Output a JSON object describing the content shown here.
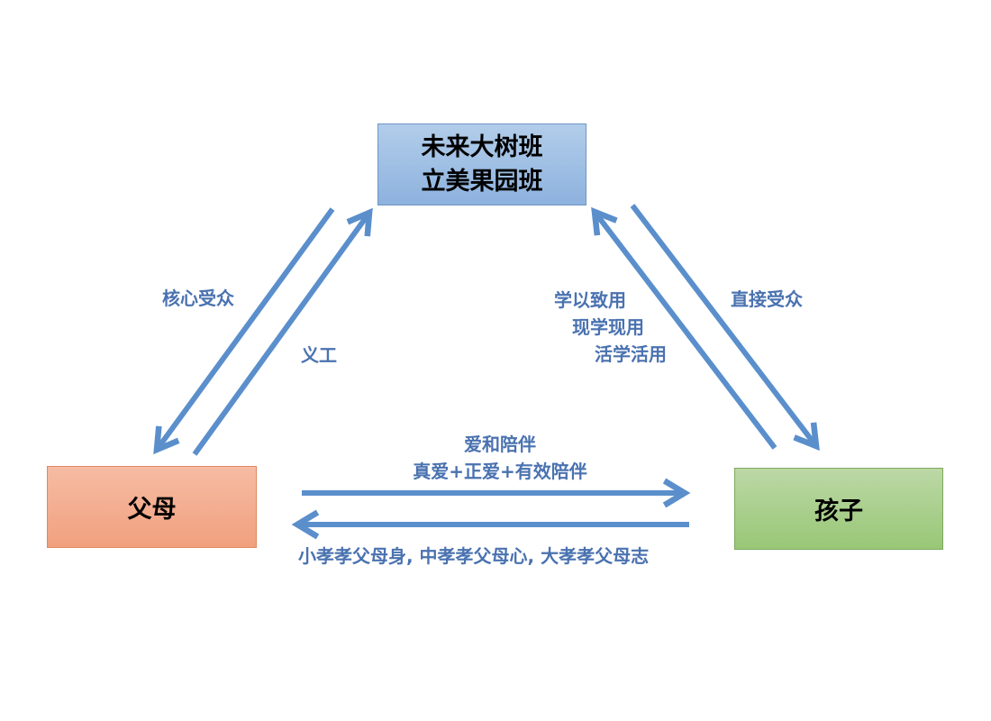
{
  "nodes": {
    "top": {
      "line1": "未来大树班",
      "line2": "立美果园班"
    },
    "left": {
      "label": "父母"
    },
    "right": {
      "label": "孩子"
    }
  },
  "edge_labels": {
    "core_audience": "核心受众",
    "volunteer": "义工",
    "apply": [
      "学以致用",
      "现学现用",
      "活学活用"
    ],
    "direct_audience": "直接受众",
    "love": [
      "爱和陪伴",
      "真爱+正爱+有效陪伴"
    ],
    "filial": "小孝孝父母身, 中孝孝父母心, 大孝孝父母志"
  },
  "colors": {
    "arrow": "#5b8fcc",
    "label_text": "#4a72b0",
    "top_box": "#9dbfe3",
    "left_box": "#f4ad8f",
    "right_box": "#aacf8d"
  }
}
